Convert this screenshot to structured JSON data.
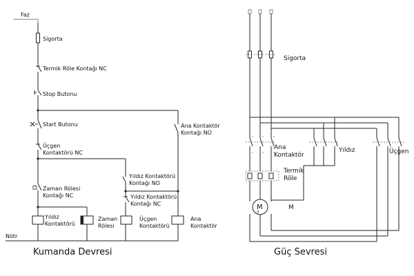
{
  "control_circuit": {
    "phase_label": "Faz",
    "neutral_label": "Nötr",
    "fuse_label": "Sigorta",
    "thermal_contact_label": "Termik Röle Kontağı NC",
    "stop_button_label": "Stop Butonu",
    "start_button_label": "Start Butonu",
    "main_contactor_contact_label": [
      "Ana Kontaktör",
      "Kontağı NO"
    ],
    "triangle_contact_label": [
      "Üçgen",
      "Kontaktörü NC"
    ],
    "star_contact_no_label": [
      "Yıldız Kontaktörü",
      "Kontağı NO"
    ],
    "timer_contact_label": [
      "Zaman Rölesi",
      "Kontağı NC"
    ],
    "star_contact_nc_label": [
      "Yıldız Kontaktörü",
      "Kontağı NC"
    ],
    "star_coil_label": [
      "Yıldız",
      "Kontaktörü"
    ],
    "timer_coil_label": [
      "Zaman",
      "Rölesi"
    ],
    "triangle_coil_label": [
      "Üçgen",
      "Kontaktörü"
    ],
    "main_coil_label": [
      "Ana",
      "Kontaktör"
    ],
    "caption": "Kumanda Devresi"
  },
  "power_circuit": {
    "fuse_label": "Sigorta",
    "main_contactor_label": [
      "Ana",
      "Kontaktör"
    ],
    "star_label": "Yıldız",
    "triangle_label": "Üçgen",
    "thermal_relay_label": [
      "Termik",
      "Röle"
    ],
    "motor_symbol": "M",
    "motor_phase": "3",
    "motor_label": "M",
    "caption": "Güç Sevresi"
  }
}
